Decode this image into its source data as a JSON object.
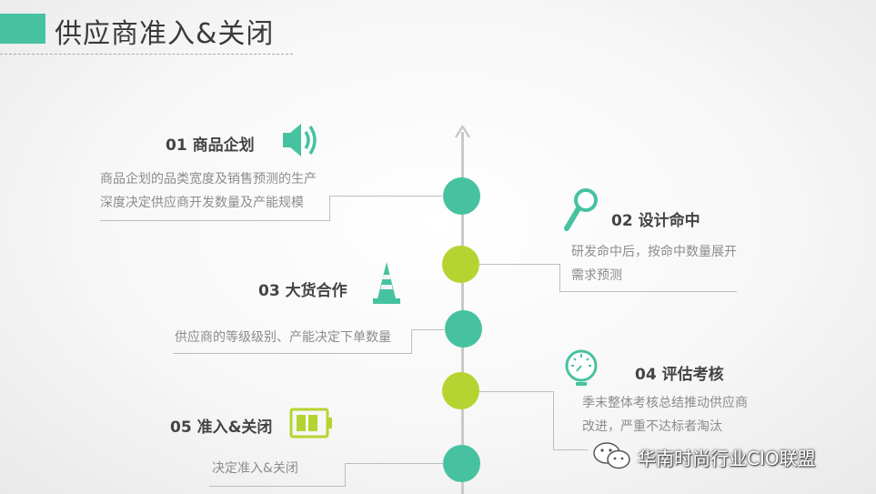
{
  "title": "供应商准入&关闭",
  "steps": [
    {
      "heading": "01  商品企划",
      "desc": [
        "商品企划的品类宽度及销售预测的生产",
        "深度决定供应商开发数量及产能规模"
      ],
      "icon": "speaker-icon"
    },
    {
      "heading": "02  设计命中",
      "desc": [
        "研发命中后，按命中数量展开",
        "需求预测"
      ],
      "icon": "magnifier-icon"
    },
    {
      "heading": "03  大货合作",
      "desc": [
        "供应商的等级级别、产能决定下单数量"
      ],
      "icon": "traffic-cone-icon"
    },
    {
      "heading": "04  评估考核",
      "desc": [
        "季末整体考核总结推动供应商",
        "改进，严重不达标者淘汰"
      ],
      "icon": "gauge-icon"
    },
    {
      "heading": "05  准入&关闭",
      "desc": [
        "决定准入&关闭"
      ],
      "icon": "battery-icon"
    }
  ],
  "watermark": "华南时尚行业CIO联盟",
  "colors": {
    "teal": "#47c2a1",
    "lime": "#b6d431",
    "line": "#c9c9c9",
    "text": "#444444",
    "desc": "#8c8c8c"
  }
}
